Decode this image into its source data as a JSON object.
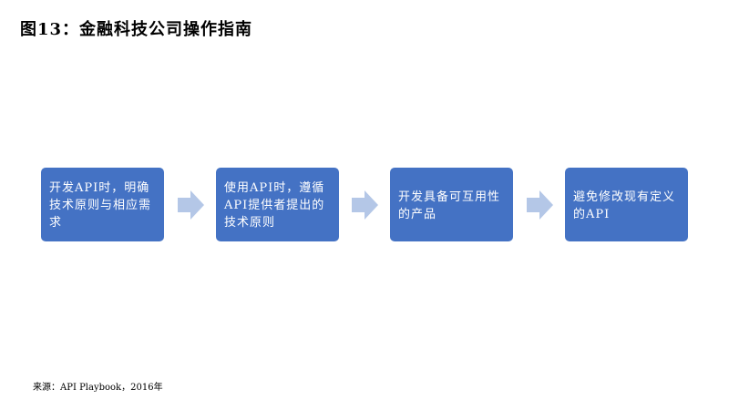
{
  "title": "图13：金融科技公司操作指南",
  "steps": [
    {
      "text": "开发API时，明确技术原则与相应需求"
    },
    {
      "text": "使用API时，遵循API提供者提出的技术原则"
    },
    {
      "text": "开发具备可互用性的产品"
    },
    {
      "text": "避免修改现有定义的API"
    }
  ],
  "colors": {
    "box_fill": "#4472c4",
    "box_text": "#ffffff",
    "arrow_fill": "#b4c7e7"
  },
  "icons": {
    "arrow": "right-arrow-icon"
  },
  "source": "来源：API Playbook，2016年"
}
